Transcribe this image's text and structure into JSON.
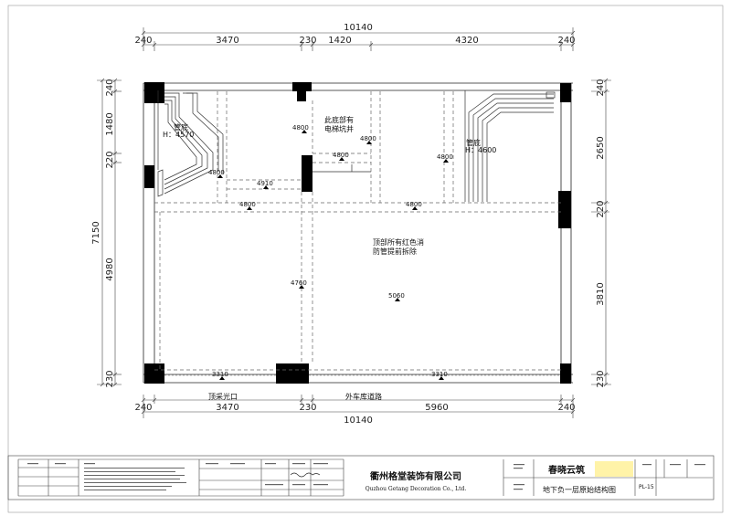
{
  "dimensions": {
    "top_total": "10140",
    "top_segments": [
      "240",
      "3470",
      "230",
      "1420",
      "4320",
      "240"
    ],
    "bottom_total": "10140",
    "bottom_segments": [
      "240",
      "3470",
      "230",
      "5960",
      "240"
    ],
    "left_total": "7150",
    "left_segments": [
      "240",
      "1480",
      "220",
      "4980",
      "230"
    ],
    "right_segments": [
      "240",
      "2650",
      "220",
      "3810",
      "230"
    ]
  },
  "annotations": {
    "pipe_bottom_left": "管底",
    "pipe_bottom_left_h": "H：4570",
    "pipe_bottom_right": "管底",
    "pipe_bottom_right_h": "H：4600",
    "elevator_line1": "此底部有",
    "elevator_line2": "电梯坑井",
    "fire_pipe_line1": "顶部所有红色消",
    "fire_pipe_line2": "防管提前拆除",
    "skylight": "顶采光口",
    "driveway": "外车库道路"
  },
  "elevations": [
    "4800",
    "4800",
    "4800",
    "4800",
    "4800",
    "4910",
    "4800",
    "4800",
    "4760",
    "5060",
    "3310",
    "3310"
  ],
  "title_block": {
    "company_cn": "衢州格堂装饰有限公司",
    "company_en": "Quzhou Getang Decoration Co., Ltd.",
    "project": "春晓云筑",
    "drawing_name": "地下负一层原始结构图",
    "drawing_no": "PL-15"
  }
}
